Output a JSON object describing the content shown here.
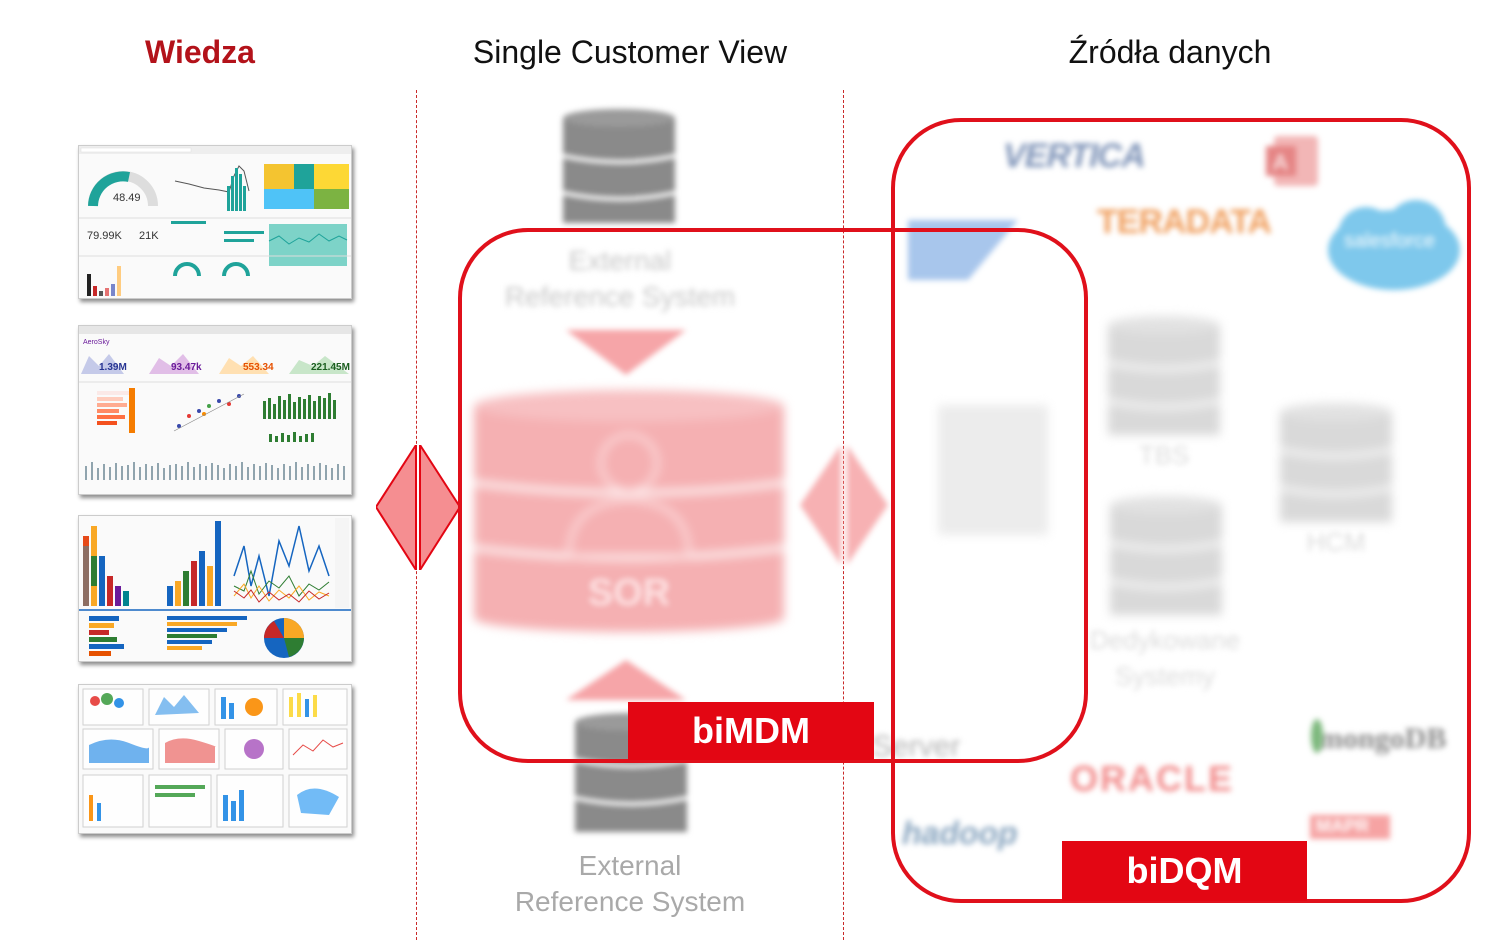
{
  "headers": {
    "left": "Wiedza",
    "center": "Single Customer View",
    "right": "Źródła danych"
  },
  "thumbnails": {
    "dash1": {
      "gauge_value": "48.49",
      "stat1": "79.99K",
      "stat2": "21K"
    },
    "dash2": {
      "kpi1": "1.39M",
      "kpi2": "93.47k",
      "kpi3": "553.34",
      "kpi4": "221.45M"
    }
  },
  "center": {
    "top_system": "External\nReference System",
    "core_label": "SOR",
    "bottom_system": "External\nReference System"
  },
  "sources": {
    "vertica": "VERTICA",
    "teradata": "TERADATA",
    "salesforce": "salesforce",
    "tbs": "TBS",
    "hcm": "HCM",
    "dedicated": "Dedykowane\nSystemy",
    "sqlserver": "Server",
    "mongodb": "mongoDB",
    "oracle": "ORACLE",
    "hadoop": "hadoop",
    "mapr": "MAPR"
  },
  "badges": {
    "mdm": "biMDM",
    "dqm": "biDQM"
  },
  "colors": {
    "accent_red": "#e30613",
    "title_red": "#b3121a",
    "frame_red": "#e0101b"
  }
}
